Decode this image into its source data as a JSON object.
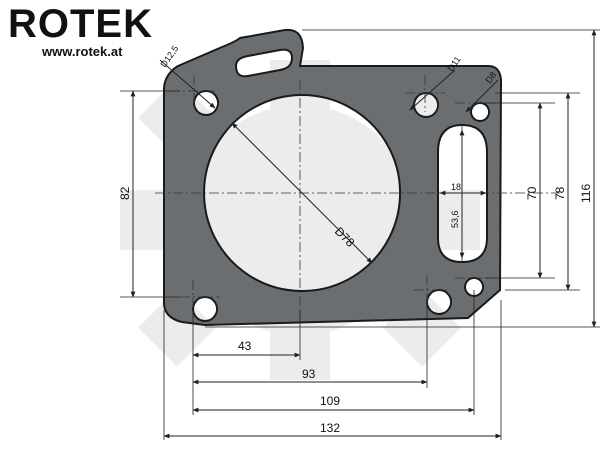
{
  "brand": {
    "name": "ROTEK",
    "url": "www.rotek.at"
  },
  "dimensions": {
    "d12_5": "D12,5",
    "d11": "D11",
    "d8": "D8",
    "d78": "D78",
    "h82": "82",
    "h70": "70",
    "h78": "78",
    "h116": "116",
    "w18": "18",
    "h53_6": "53,6",
    "w43": "43",
    "w93": "93",
    "w109": "109",
    "w132": "132"
  },
  "colors": {
    "gasket_fill": "#6b6e71",
    "gasket_stroke": "#1a1a1a",
    "watermark": "#ececec",
    "dimension_line": "#222222"
  }
}
